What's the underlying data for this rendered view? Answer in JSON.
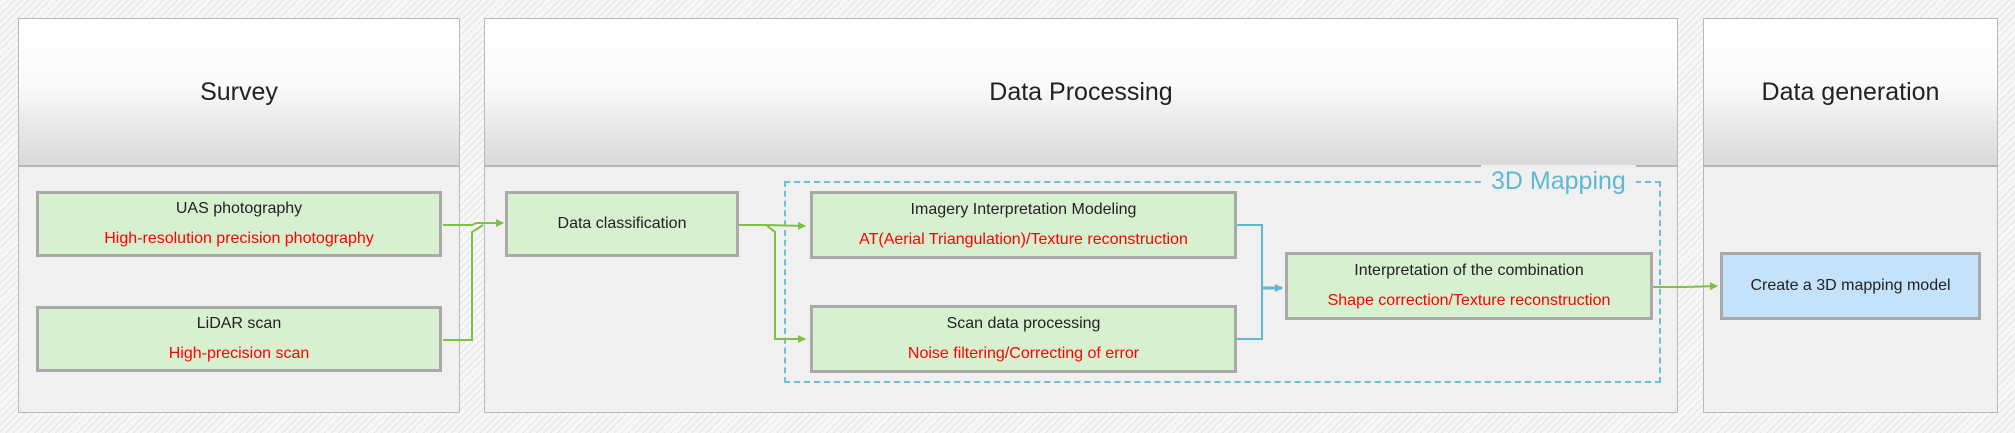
{
  "panels": {
    "survey": {
      "title": "Survey"
    },
    "processing": {
      "title": "Data Processing"
    },
    "generation": {
      "title": "Data generation"
    }
  },
  "mapping_group": {
    "label": "3D Mapping",
    "color": "#5fb8d0"
  },
  "nodes": {
    "uas": {
      "title": "UAS photography",
      "subtitle": "High-resolution  precision photography"
    },
    "lidar": {
      "title": "LiDAR scan",
      "subtitle": "High-precision  scan"
    },
    "classification": {
      "title": "Data classification"
    },
    "imagery": {
      "title": "Imagery Interpretation Modeling",
      "subtitle": "AT(Aerial Triangulation)/Texture  reconstruction"
    },
    "scan": {
      "title": "Scan data processing",
      "subtitle": "Noise filtering/Correcting  of error"
    },
    "combination": {
      "title": "Interpretation of the combination",
      "subtitle": "Shape correction/Texture  reconstruction"
    },
    "model": {
      "title": "Create a 3D mapping model"
    }
  },
  "colors": {
    "node_fill": "#d7f0cf",
    "output_fill": "#c5e2fb",
    "subtitle": "#ff0000",
    "arrow_green": "#7dc242",
    "arrow_blue": "#5fb8d0"
  }
}
